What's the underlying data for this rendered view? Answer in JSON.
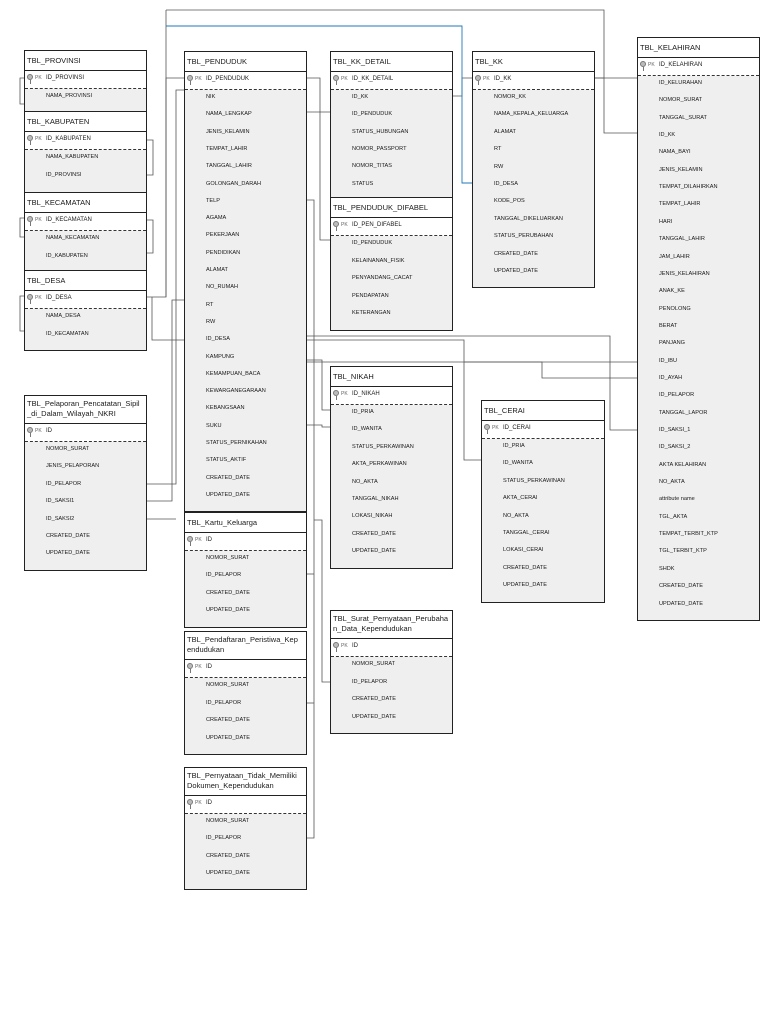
{
  "tables": [
    {
      "id": "TBL_PROVINSI",
      "title": "TBL_PROVINSI",
      "pk": "ID_PROVINSI",
      "fields": [
        "NAMA_PROVINSI"
      ]
    },
    {
      "id": "TBL_KABUPATEN",
      "title": "TBL_KABUPATEN",
      "pk": "ID_KABUPATEN",
      "fields": [
        "NAMA_KABUPATEN",
        "ID_PROVINSI"
      ]
    },
    {
      "id": "TBL_KECAMATAN",
      "title": "TBL_KECAMATAN",
      "pk": "ID_KECAMATAN",
      "fields": [
        "NAMA_KECAMATAN",
        "ID_KABUPATEN"
      ]
    },
    {
      "id": "TBL_DESA",
      "title": "TBL_DESA",
      "pk": "ID_DESA",
      "fields": [
        "NAMA_DESA",
        "ID_KECAMATAN"
      ]
    },
    {
      "id": "TBL_Pelaporan",
      "title": "TBL_Pelaporan_Pencatatan_Sipil\n_di_Dalam_Wilayah_NKRI",
      "pk": "ID",
      "fields": [
        "NOMOR_SURAT",
        "JENIS_PELAPORAN",
        "ID_PELAPOR",
        "ID_SAKSI1",
        "ID_SAKSI2",
        "CREATED_DATE",
        "UPDATED_DATE"
      ]
    },
    {
      "id": "TBL_PENDUDUK",
      "title": "TBL_PENDUDUK",
      "pk": "ID_PENDUDUK",
      "fields": [
        "NIK",
        "NAMA_LENGKAP",
        "JENIS_KELAMIN",
        "TEMPAT_LAHIR",
        "TANGGAL_LAHIR",
        "GOLONGAN_DARAH",
        "TELP",
        "AGAMA",
        "PEKERJAAN",
        "PENDIDIKAN",
        "ALAMAT",
        "NO_RUMAH",
        "RT",
        "RW",
        "ID_DESA",
        "KAMPUNG",
        "KEMAMPUAN_BACA",
        "KEWARGANEGARAAN",
        "KEBANGSAAN",
        "SUKU",
        "STATUS_PERNIKAHAN",
        "STATUS_AKTIF",
        "CREATED_DATE",
        "UPDATED_DATE"
      ]
    },
    {
      "id": "TBL_Kartu_Keluarga",
      "title": "TBL_Kartu_Keluarga",
      "pk": "ID",
      "fields": [
        "NOMOR_SURAT",
        "ID_PELAPOR",
        "CREATED_DATE",
        "UPDATED_DATE"
      ]
    },
    {
      "id": "TBL_Pendaftaran",
      "title": "TBL_Pendaftaran_Peristiwa_Kep\nendudukan",
      "pk": "ID",
      "fields": [
        "NOMOR_SURAT",
        "ID_PELAPOR",
        "CREATED_DATE",
        "UPDATED_DATE"
      ]
    },
    {
      "id": "TBL_Pernyataan",
      "title": "TBL_Pernyataan_Tidak_Memiliki\nDokumen_Kependudukan",
      "pk": "ID",
      "fields": [
        "NOMOR_SURAT",
        "ID_PELAPOR",
        "CREATED_DATE",
        "UPDATED_DATE"
      ]
    },
    {
      "id": "TBL_KK_DETAIL",
      "title": "TBL_KK_DETAIL",
      "pk": "ID_KK_DETAIL",
      "fields": [
        "ID_KK",
        "ID_PENDUDUK",
        "STATUS_HUBUNGAN",
        "NOMOR_PASSPORT",
        "NOMOR_TITAS",
        "STATUS"
      ]
    },
    {
      "id": "TBL_PENDUDUK_DIFABEL",
      "title": "TBL_PENDUDUK_DIFABEL",
      "pk": "ID_PEN_DIFABEL",
      "fields": [
        "ID_PENDUDUK",
        "KELAINANAN_FISIK",
        "PENYANDANG_CACAT",
        "PENDAPATAN",
        "KETERANGAN"
      ]
    },
    {
      "id": "TBL_NIKAH",
      "title": "TBL_NIKAH",
      "pk": "ID_NIKAH",
      "fields": [
        "ID_PRIA",
        "ID_WANITA",
        "STATUS_PERKAWINAN",
        "AKTA_PERKAWINAN",
        "NO_AKTA",
        "TANGGAL_NIKAH",
        "LOKASI_NIKAH",
        "CREATED_DATE",
        "UPDATED_DATE"
      ]
    },
    {
      "id": "TBL_Surat",
      "title": "TBL_Surat_Pernyataan_Perubaha\nn_Data_Kependudukan",
      "pk": "ID",
      "fields": [
        "NOMOR_SURAT",
        "ID_PELAPOR",
        "CREATED_DATE",
        "UPDATED_DATE"
      ]
    },
    {
      "id": "TBL_KK",
      "title": "TBL_KK",
      "pk": "ID_KK",
      "fields": [
        "NOMOR_KK",
        "NAMA_KEPALA_KELUARGA",
        "ALAMAT",
        "RT",
        "RW",
        "ID_DESA",
        "KODE_POS",
        "TANGGAL_DIKELUARKAN",
        "STATUS_PERUBAHAN",
        "CREATED_DATE",
        "UPDATED_DATE"
      ]
    },
    {
      "id": "TBL_CERAI",
      "title": "TBL_CERAI",
      "pk": "ID_CERAI",
      "fields": [
        "ID_PRIA",
        "ID_WANITA",
        "STATUS_PERKAWINAN",
        "AKTA_CERAI",
        "NO_AKTA",
        "TANGGAL_CERAI",
        "LOKASI_CERAI",
        "CREATED_DATE",
        "UPDATED_DATE"
      ]
    },
    {
      "id": "TBL_KELAHIRAN",
      "title": "TBL_KELAHIRAN",
      "pk": "ID_KELAHIRAN",
      "fields": [
        "ID_KELURAHAN",
        "NOMOR_SURAT",
        "TANGGAL_SURAT",
        "ID_KK",
        "NAMA_BAYI",
        "JENIS_KELAMIN",
        "TEMPAT_DILAHIRKAN",
        "TEMPAT_LAHIR",
        "HARI",
        "TANGGAL_LAHIR",
        "JAM_LAHIR",
        "JENIS_KELAHIRAN",
        "ANAK_KE",
        "PENOLONG",
        "BERAT",
        "PANJANG",
        "ID_IBU",
        "ID_AYAH",
        "ID_PELAPOR",
        "TANGGAL_LAPOR",
        "ID_SAKSI_1",
        "ID_SAKSI_2",
        "AKTA KELAHIRAN",
        "NO_AKTA",
        "attribute name",
        "TGL_AKTA",
        "TEMPAT_TERBIT_KTP",
        "TGL_TERBIT_KTP",
        "SHDK",
        "CREATED_DATE",
        "UPDATED_DATE"
      ]
    }
  ],
  "pk_label": "PK",
  "colors": {
    "border": "#222222",
    "field_bg": "#efefef",
    "link": "#555555",
    "link_highlight": "#1f7ab8"
  }
}
